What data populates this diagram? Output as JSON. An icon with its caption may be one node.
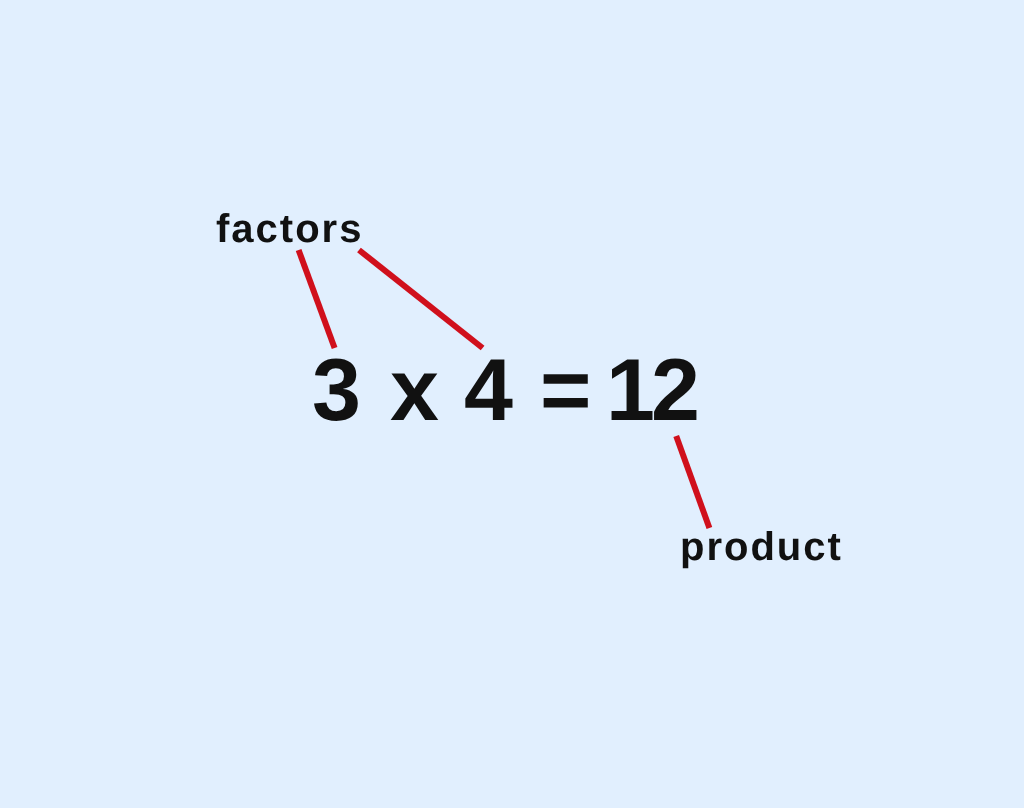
{
  "diagram": {
    "nodes": [
      {
        "text": [
          "factors"
        ]
      },
      {
        "text": [
          "3"
        ]
      },
      {
        "text": [
          "4"
        ]
      },
      {
        "text": [
          "12"
        ]
      },
      {
        "text": [
          "product"
        ]
      }
    ],
    "edges": [
      {
        "from": 0,
        "to": 1,
        "arrow": "none"
      },
      {
        "from": 0,
        "to": 2,
        "arrow": "none"
      },
      {
        "from": 4,
        "to": 3,
        "arrow": "none"
      }
    ],
    "labels": [
      "x",
      "="
    ]
  }
}
